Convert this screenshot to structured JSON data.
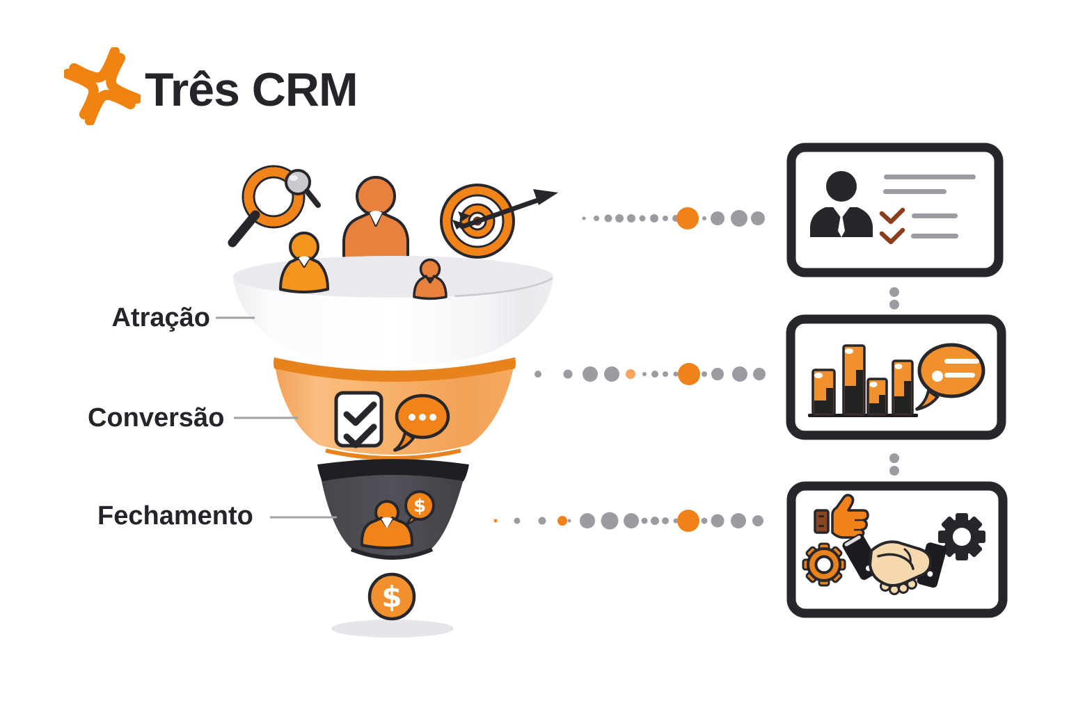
{
  "logo": {
    "brand": "Três CRM"
  },
  "funnel": {
    "stages": [
      {
        "label": "Atração"
      },
      {
        "label": "Conversão"
      },
      {
        "label": "Fechamento"
      }
    ],
    "coin_symbol": "$",
    "deal_bubble_symbol": "$"
  },
  "cards": [
    {
      "icons": [
        "person-tie-icon",
        "text-lines",
        "checkmarks"
      ]
    },
    {
      "icons": [
        "bar-chart-icon",
        "chat-bubble-icon"
      ]
    },
    {
      "icons": [
        "thumbs-up-icon",
        "gear-icon",
        "handshake-icon",
        "gear-icon"
      ]
    }
  ],
  "colors": {
    "orange": "#F08219",
    "orange_light": "#F8B26B",
    "orange_rim": "#E8821C",
    "dark": "#26262B",
    "funnel_dark": "#4C4D55",
    "grey_dot": "#9B9BA1",
    "label_text": "#23252B",
    "check_brown": "#8B3E1C"
  }
}
